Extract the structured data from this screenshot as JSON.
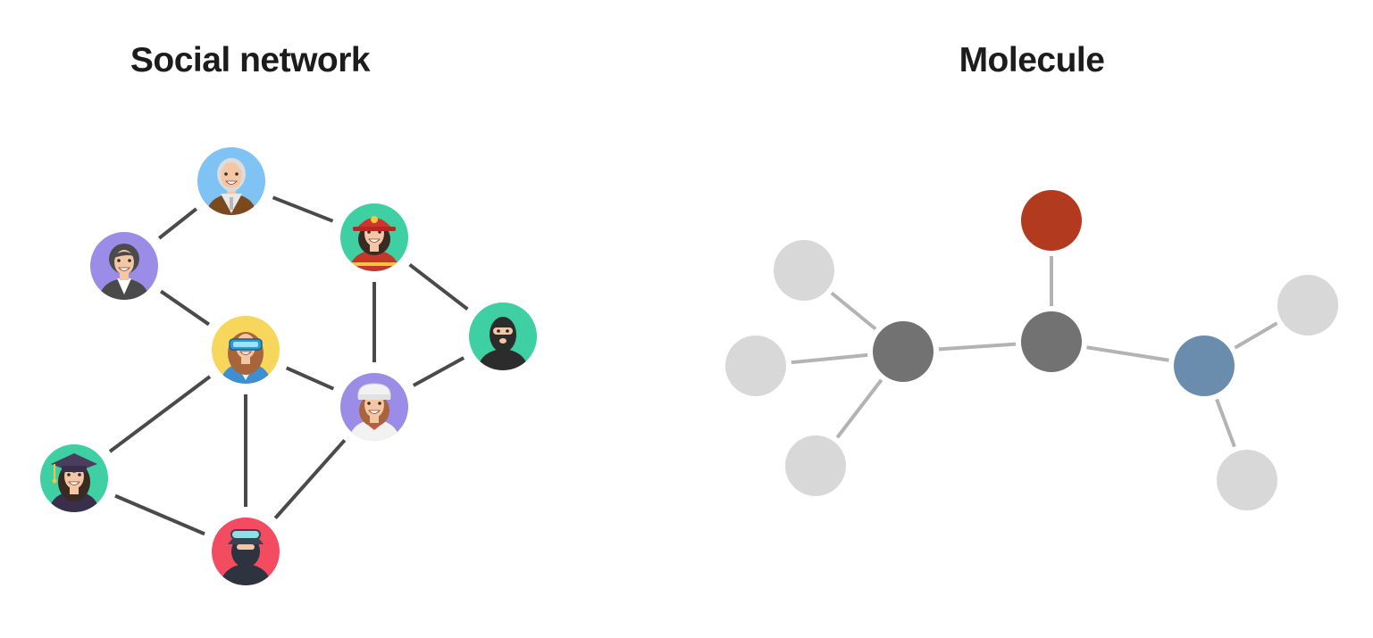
{
  "social": {
    "title": "Social network",
    "colors": {
      "edge": "#4a4a4a"
    },
    "people": [
      {
        "id": "elder",
        "role": "elderly man",
        "bg": "#7ec3f4",
        "icon": "elderly-man-icon"
      },
      {
        "id": "woman",
        "role": "woman",
        "bg": "#9b8ce8",
        "icon": "woman-icon"
      },
      {
        "id": "firefighter",
        "role": "firefighter",
        "bg": "#3ecfa2",
        "icon": "firefighter-icon"
      },
      {
        "id": "vr",
        "role": "vr user",
        "bg": "#f6d65b",
        "icon": "vr-headset-icon"
      },
      {
        "id": "robber",
        "role": "masked robber",
        "bg": "#3ecfa2",
        "icon": "balaclava-robber-icon"
      },
      {
        "id": "chef",
        "role": "chef",
        "bg": "#9b8ce8",
        "icon": "chef-icon"
      },
      {
        "id": "graduate",
        "role": "graduate",
        "bg": "#3ecfa2",
        "icon": "graduate-icon"
      },
      {
        "id": "swat",
        "role": "swat officer",
        "bg": "#f34b5f",
        "icon": "swat-officer-icon"
      }
    ],
    "edges": [
      [
        "elder",
        "woman"
      ],
      [
        "elder",
        "firefighter"
      ],
      [
        "woman",
        "vr"
      ],
      [
        "firefighter",
        "chef"
      ],
      [
        "firefighter",
        "robber"
      ],
      [
        "robber",
        "chef"
      ],
      [
        "vr",
        "chef"
      ],
      [
        "vr",
        "graduate"
      ],
      [
        "vr",
        "swat"
      ],
      [
        "graduate",
        "swat"
      ],
      [
        "chef",
        "swat"
      ]
    ]
  },
  "molecule": {
    "title": "Molecule",
    "colors": {
      "bond": "#b3b3b3",
      "carbon": "#727272",
      "oxygen": "#b13a1f",
      "nitrogen": "#6a8dad",
      "hydrogen": "#d8d8d8"
    },
    "atoms": [
      {
        "id": "h1",
        "element": "hydrogen"
      },
      {
        "id": "h2",
        "element": "hydrogen"
      },
      {
        "id": "h3",
        "element": "hydrogen"
      },
      {
        "id": "c1",
        "element": "carbon"
      },
      {
        "id": "c2",
        "element": "carbon"
      },
      {
        "id": "o",
        "element": "oxygen"
      },
      {
        "id": "n",
        "element": "nitrogen"
      },
      {
        "id": "h4",
        "element": "hydrogen"
      },
      {
        "id": "h5",
        "element": "hydrogen"
      }
    ],
    "bonds": [
      [
        "h1",
        "c1"
      ],
      [
        "h2",
        "c1"
      ],
      [
        "h3",
        "c1"
      ],
      [
        "c1",
        "c2"
      ],
      [
        "c2",
        "o"
      ],
      [
        "c2",
        "n"
      ],
      [
        "n",
        "h4"
      ],
      [
        "n",
        "h5"
      ]
    ]
  }
}
